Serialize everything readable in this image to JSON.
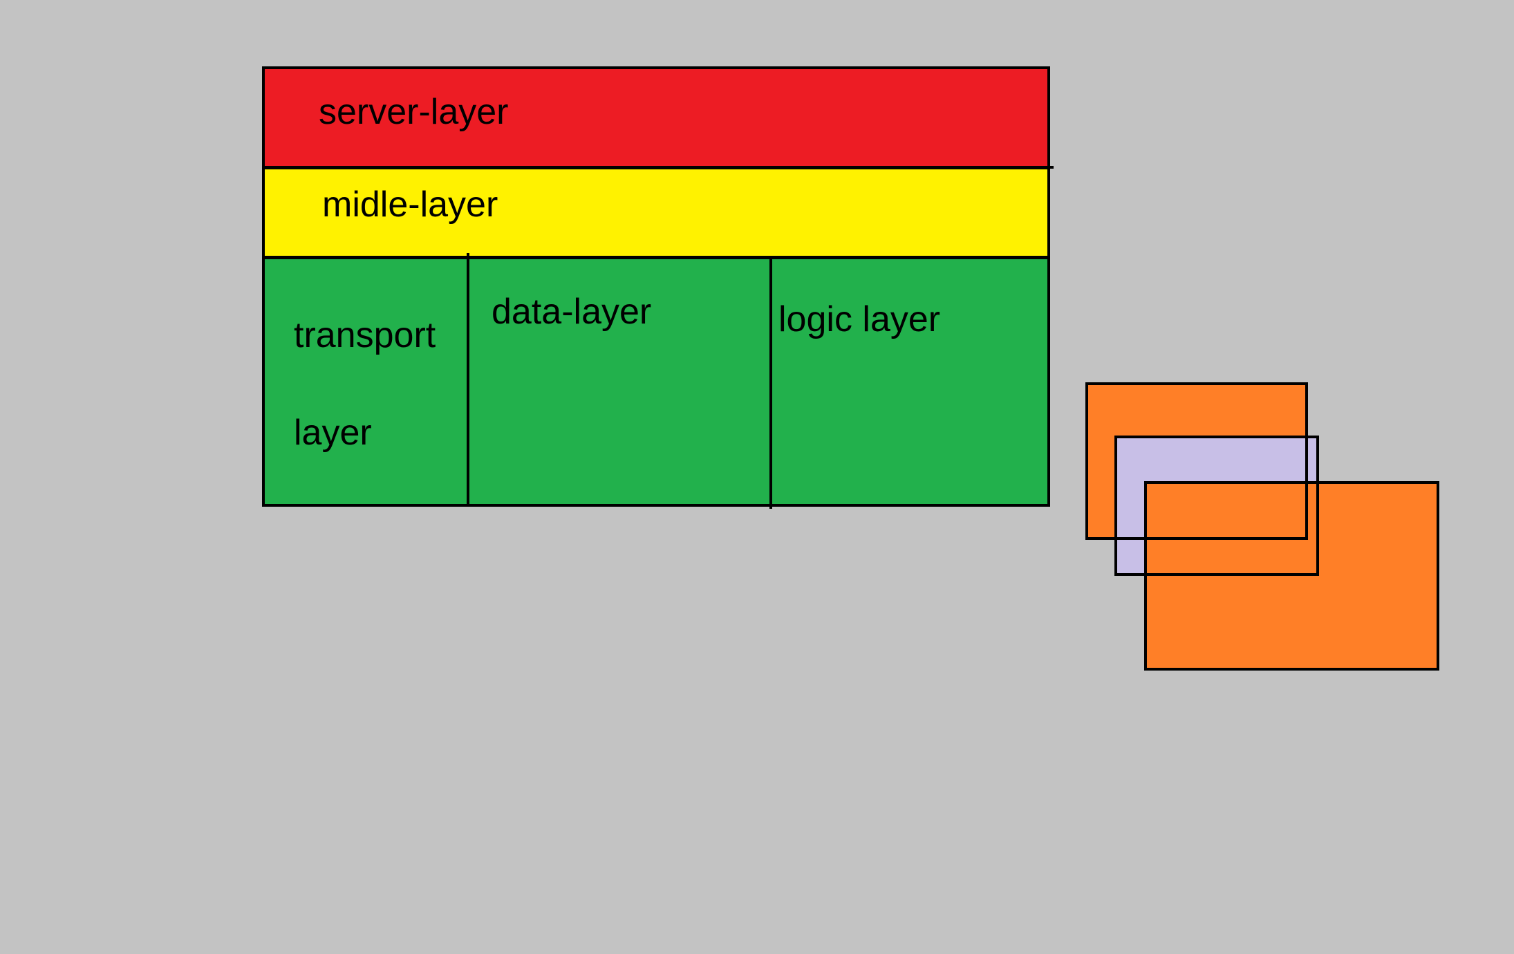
{
  "diagram": {
    "server_layer": {
      "label": "server-layer",
      "color": "#ed1c24"
    },
    "middle_layer": {
      "label": "midle-layer",
      "color": "#fff200"
    },
    "bottom_layer": {
      "color": "#22b14c",
      "cells": [
        {
          "label_line_1": "transport",
          "label_line_2": "layer"
        },
        {
          "label": "data-layer"
        },
        {
          "label": "logic layer"
        }
      ]
    },
    "overlap_shapes": {
      "orange": "#ff7f27",
      "lavender": "#c8bfe7"
    }
  }
}
